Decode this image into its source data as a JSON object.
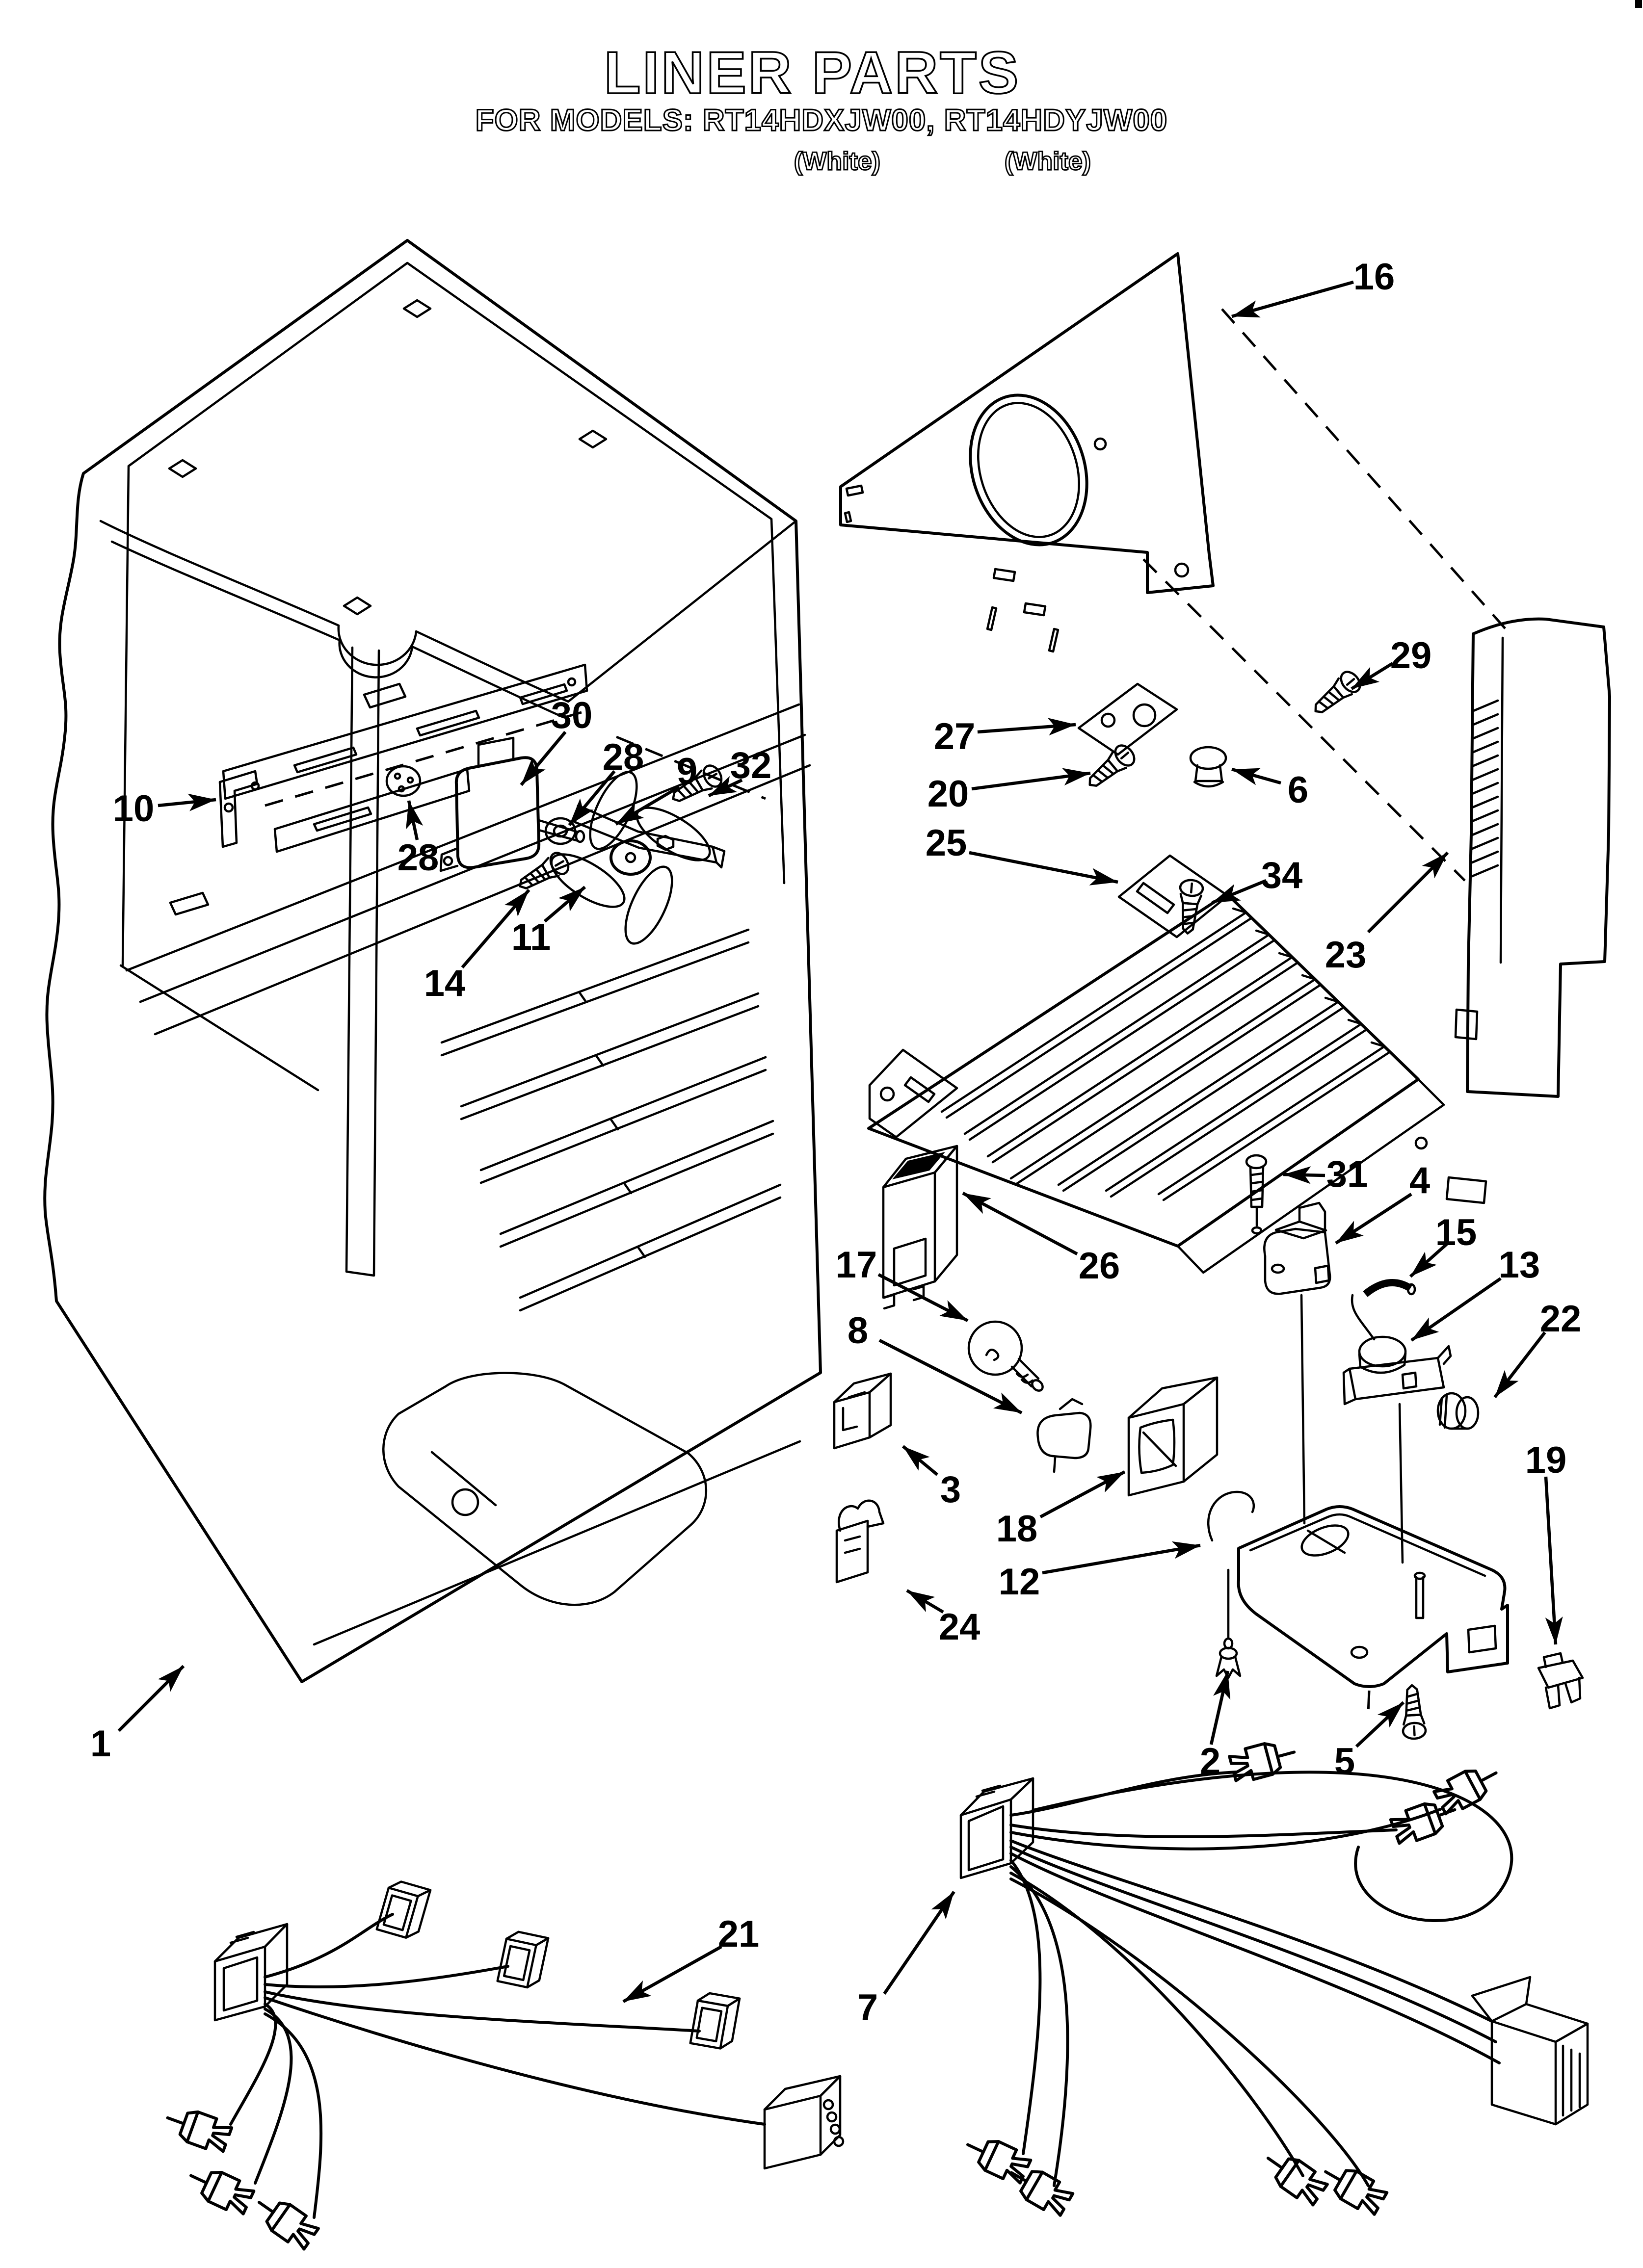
{
  "header": {
    "title": "LINER PARTS",
    "models_line": "FOR MODELS: RT14HDXJW00, RT14HDYJW00",
    "color_note_left": "(White)",
    "color_note_right": "(White)"
  },
  "colors": {
    "ink": "#000000",
    "paper": "#ffffff"
  },
  "figure": {
    "type": "exploded-parts-diagram",
    "callouts": [
      {
        "label": "1"
      },
      {
        "label": "2"
      },
      {
        "label": "3"
      },
      {
        "label": "4"
      },
      {
        "label": "5"
      },
      {
        "label": "6"
      },
      {
        "label": "7"
      },
      {
        "label": "8"
      },
      {
        "label": "9"
      },
      {
        "label": "10"
      },
      {
        "label": "11"
      },
      {
        "label": "12"
      },
      {
        "label": "13"
      },
      {
        "label": "14"
      },
      {
        "label": "15"
      },
      {
        "label": "16"
      },
      {
        "label": "17"
      },
      {
        "label": "18"
      },
      {
        "label": "19"
      },
      {
        "label": "20"
      },
      {
        "label": "21"
      },
      {
        "label": "22"
      },
      {
        "label": "23"
      },
      {
        "label": "24"
      },
      {
        "label": "25"
      },
      {
        "label": "26"
      },
      {
        "label": "27"
      },
      {
        "label": "28"
      },
      {
        "label": "28"
      },
      {
        "label": "29"
      },
      {
        "label": "30"
      },
      {
        "label": "31"
      },
      {
        "label": "32"
      },
      {
        "label": "34"
      }
    ]
  }
}
